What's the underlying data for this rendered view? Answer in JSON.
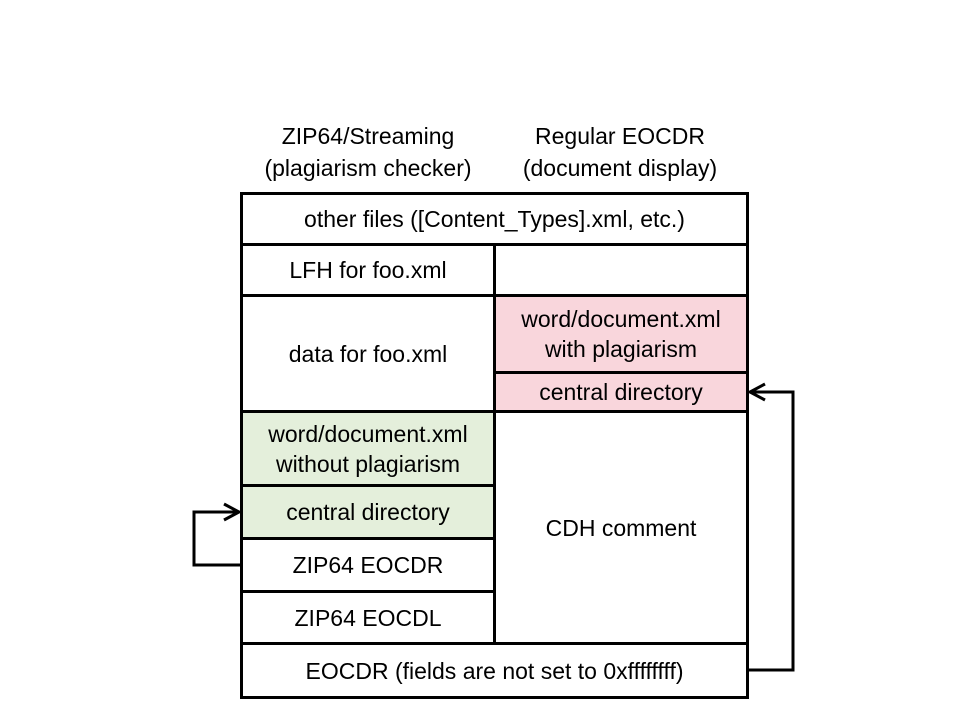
{
  "headers": {
    "left": [
      "ZIP64/Streaming",
      "(plagiarism checker)"
    ],
    "right": [
      "Regular EOCDR",
      "(document display)"
    ]
  },
  "table": {
    "other_files": "other files ([Content_Types].xml, etc.)",
    "lfh": "LFH for foo.xml",
    "data_foo": "data for foo.xml",
    "doc_with_plagiarism": [
      "word/document.xml",
      "with plagiarism"
    ],
    "central_directory_right": "central directory",
    "doc_without_plagiarism": [
      "word/document.xml",
      "without plagiarism"
    ],
    "central_directory_left": "central directory",
    "zip64_eocdr": "ZIP64 EOCDR",
    "zip64_eocdl": "ZIP64 EOCDL",
    "cdh_comment": "CDH comment",
    "eocdr": "EOCDR (fields are not set to 0xffffffff)"
  },
  "colors": {
    "pink": "#f9d6dc",
    "green": "#e4efdb",
    "line": "#000000",
    "bg": "#ffffff"
  }
}
